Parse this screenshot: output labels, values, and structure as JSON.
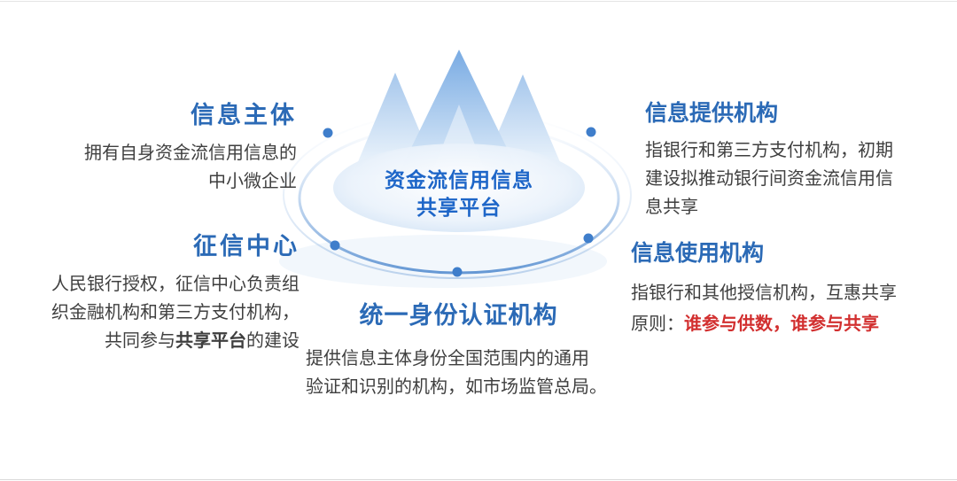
{
  "colors": {
    "heading_blue": "#2b6ab6",
    "center_title_blue": "#1e66c8",
    "body_text": "#3f3f3f",
    "accent_red": "#d22f2f",
    "dot_blue": "#3f7ecb",
    "mountain_blue": "#79abe3",
    "ring_blue": "#5e93d2"
  },
  "icons": {
    "center_graphic": "mountain-peaks-icon",
    "orbit": "orbit-ring",
    "marker": "node-dot"
  },
  "center": {
    "title_line1": "资金流信用信息",
    "title_line2": "共享平台"
  },
  "sections": {
    "info_subject": {
      "title": "信息主体",
      "line1": "拥有自身资金流信用信息的",
      "line2": "中小微企业"
    },
    "credit_center": {
      "title": "征信中心",
      "line1": "人民银行授权，征信中心负责组",
      "line2": "织金融机构和第三方支付机构，",
      "line3_pre": "共同参与",
      "line3_bold": "共享平台",
      "line3_post": "的建设"
    },
    "identity_auth": {
      "title": "统一身份认证机构",
      "line1": "提供信息主体身份全国范围内的通用",
      "line2": "验证和识别的机构，如市场监管总局。"
    },
    "info_provider": {
      "title": "信息提供机构",
      "line1": "指银行和第三方支付机构，初期",
      "line2": "建设拟推动银行间资金流信用信",
      "line3": "息共享"
    },
    "info_user": {
      "title": "信息使用机构",
      "line1": "指银行和其他授信机构，互惠共享",
      "line2_label": "原则：",
      "line2_red": "谁参与供数，谁参与共享"
    }
  }
}
